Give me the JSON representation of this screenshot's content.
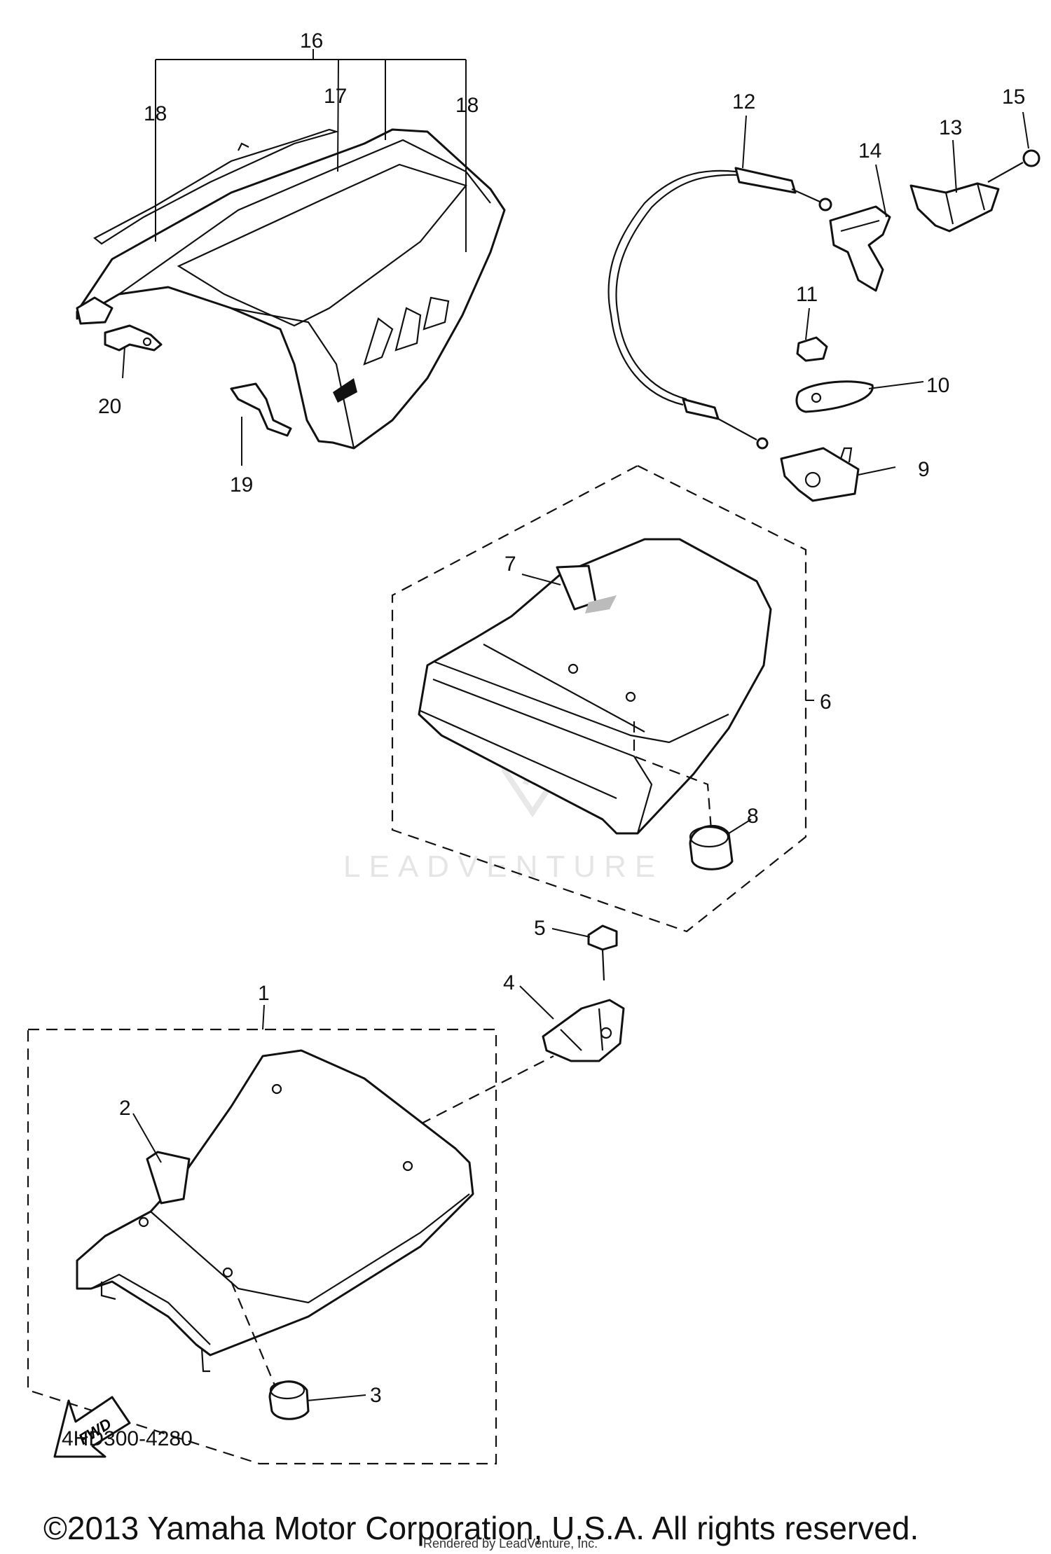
{
  "callouts": [
    "1",
    "2",
    "3",
    "4",
    "5",
    "6",
    "7",
    "8",
    "9",
    "10",
    "11",
    "12",
    "13",
    "14",
    "15",
    "16",
    "17",
    "18",
    "18",
    "19",
    "20"
  ],
  "direction_label": "FWD",
  "watermark": "LEADVENTURE",
  "diagram_code": "4HD300-4280",
  "copyright": "©2013 Yamaha Motor Corporation, U.S.A. All rights reserved.",
  "rendered_by": "Rendered by LeadVenture, Inc."
}
